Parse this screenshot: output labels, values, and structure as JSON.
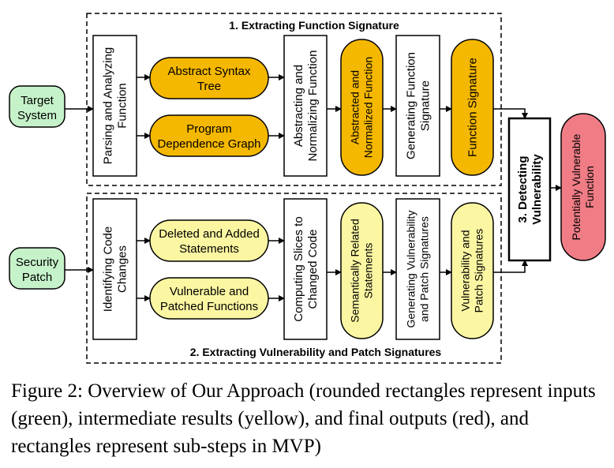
{
  "colors": {
    "input": "#c6f2c9",
    "intermediate_dark": "#f5b800",
    "intermediate_light": "#fbf6a2",
    "output": "#f07d86",
    "step": "#ffffff"
  },
  "sections": {
    "function_signature_title": "1. Extracting Function Signature",
    "vuln_patch_title": "2. Extracting Vulnerability and Patch Signatures"
  },
  "inputs": {
    "target_system": [
      "Target",
      "System"
    ],
    "security_patch": [
      "Security",
      "Patch"
    ]
  },
  "top_row": {
    "parsing": [
      "Parsing and Analyzing",
      "Function"
    ],
    "ast": [
      "Abstract Syntax",
      "Tree"
    ],
    "pdg": [
      "Program",
      "Dependence Graph"
    ],
    "abstracting": [
      "Abstracting and",
      "Normalizing Function"
    ],
    "abstracted_result": [
      "Abstracted and",
      "Normalized Function"
    ],
    "generating_func_sig": [
      "Generating Function",
      "Signature"
    ],
    "function_signature": [
      "Function Signature"
    ]
  },
  "bottom_row": {
    "identifying": [
      "Identifying Code",
      "Changes"
    ],
    "deleted_added": [
      "Deleted and Added",
      "Statements"
    ],
    "vuln_patched_funcs": [
      "Vulnerable and",
      "Patched Functions"
    ],
    "computing_slices": [
      "Computing Slices to",
      "Changed Code"
    ],
    "semantic_statements": [
      "Semantically Related",
      "Statements"
    ],
    "generating_vp_sig": [
      "Generating Vulnerability",
      "and Patch Signatures"
    ],
    "vp_signatures": [
      "Vulnerability and",
      "Patch Signatures"
    ]
  },
  "detecting": [
    "3. Detecting",
    "Vulnerability"
  ],
  "output": [
    "Potentially Vulnerable",
    "Function"
  ],
  "caption": "Figure 2: Overview of Our Approach (rounded rectangles represent inputs (green), intermediate results (yellow), and final outputs (red), and rectangles represent sub-steps in MVP)"
}
